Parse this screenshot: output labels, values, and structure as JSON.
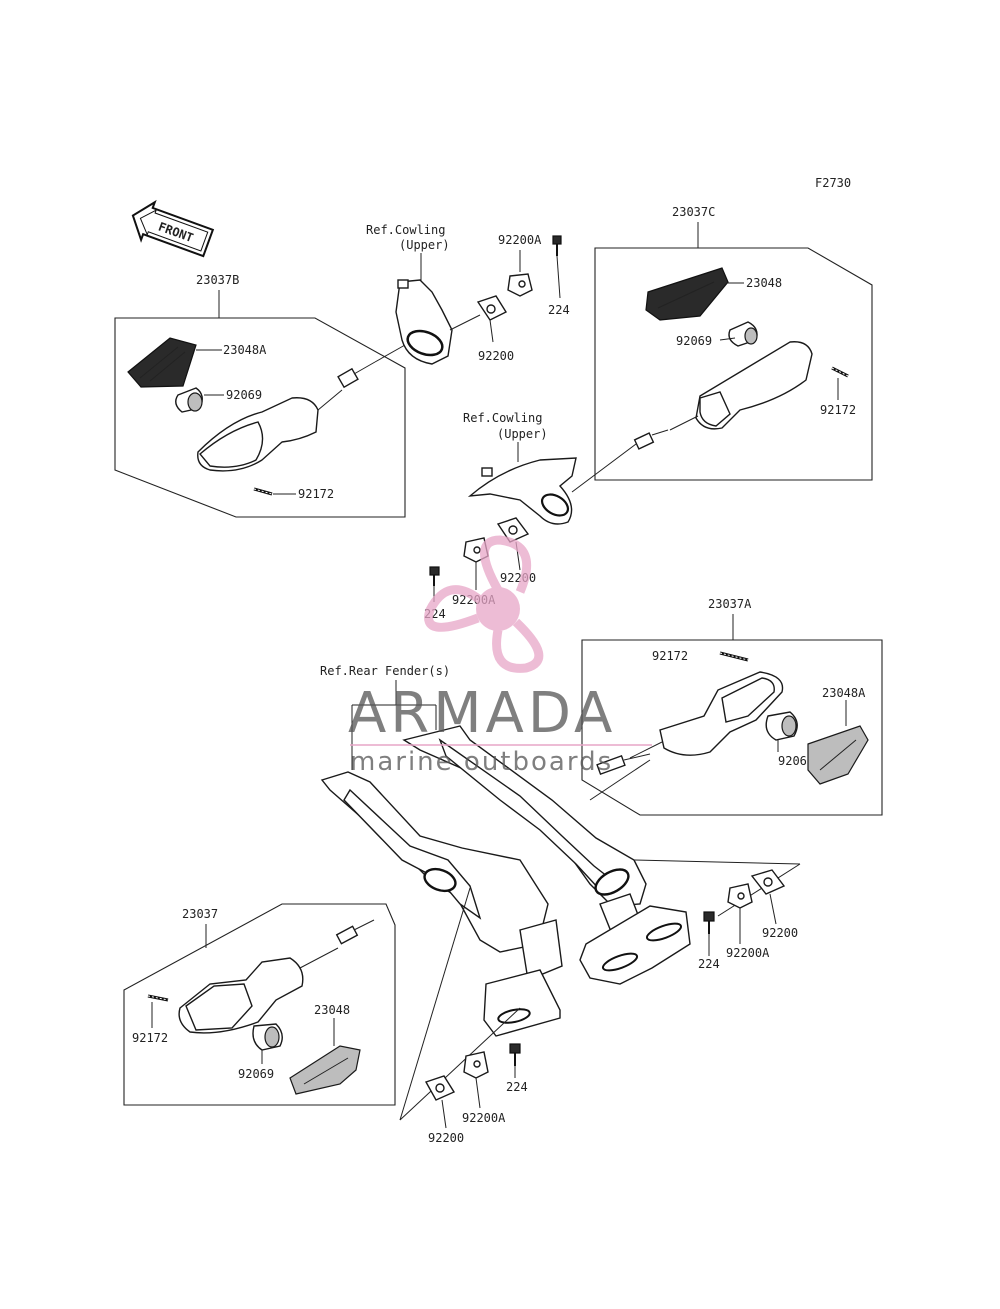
{
  "figure_code": "F2730",
  "front_arrow": "FRONT",
  "watermark": {
    "brand": "ARMADA",
    "tagline": "marine outboards",
    "accent_color": "#e8a6c8"
  },
  "refs": {
    "cowling_1": [
      "Ref.Cowling",
      "(Upper)"
    ],
    "cowling_2": [
      "Ref.Cowling",
      "(Upper)"
    ],
    "rear_fender": "Ref.Rear Fender(s)"
  },
  "parts": {
    "p23037B": "23037B",
    "p23048A_1": "23048A",
    "p92069_1": "92069",
    "p92172_1": "92172",
    "p92200A_1": "92200A",
    "p224_1": "224",
    "p92200_1": "92200",
    "p23037C": "23037C",
    "p23048_1": "23048",
    "p92069_2": "92069",
    "p92172_2": "92172",
    "p92200_2": "92200",
    "p224_2": "224",
    "p92200A_2": "92200A",
    "p23037A": "23037A",
    "p92172_3": "92172",
    "p23048A_2": "23048A",
    "p92069_3": "92069",
    "p92200_3": "92200",
    "p224_3": "224",
    "p92200A_3": "92200A",
    "p23037": "23037",
    "p92172_4": "92172",
    "p23048_2": "23048",
    "p92069_4": "92069",
    "p224_4": "224",
    "p92200A_4": "92200A",
    "p92200_4": "92200"
  }
}
